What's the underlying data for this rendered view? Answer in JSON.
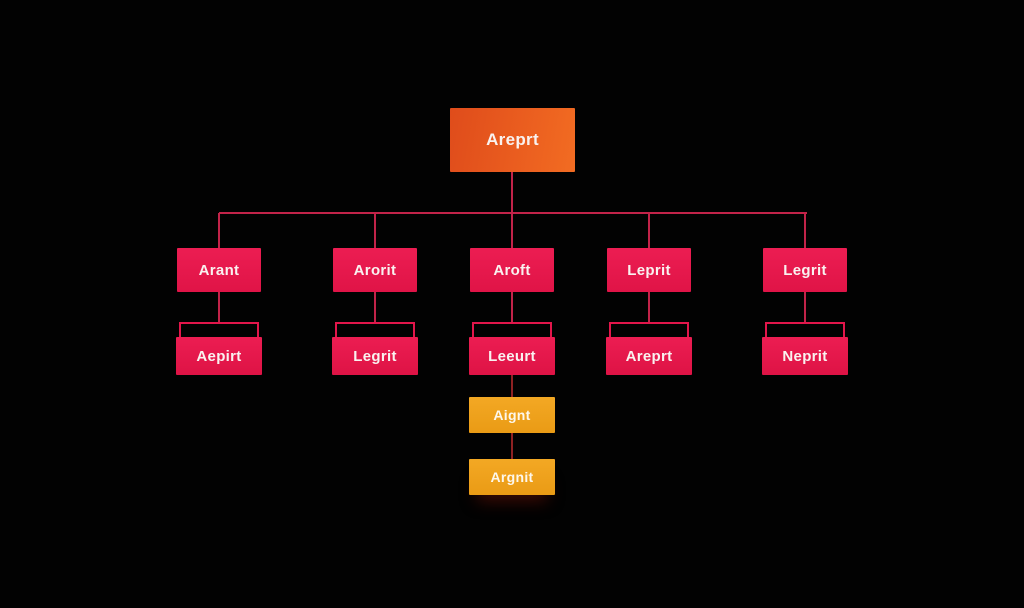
{
  "diagram": {
    "type": "org-chart-flow-diagram",
    "background_color": "#020202",
    "connector_color": "#c22349",
    "connector_color_dark": "#8e2122",
    "root_node_color": "#ea5d1f",
    "branch_node_color": "#e4164a",
    "leaf_node_color": "#f0a21d",
    "text_color": "#f9f2f0",
    "root": {
      "label": "Areprt"
    },
    "level2": [
      {
        "label": "Arant"
      },
      {
        "label": "Arorit"
      },
      {
        "label": "Aroft"
      },
      {
        "label": "Leprit"
      },
      {
        "label": "Legrit"
      }
    ],
    "level3": [
      {
        "label": "Aepirt"
      },
      {
        "label": "Legrit"
      },
      {
        "label": "Leeurt"
      },
      {
        "label": "Areprt"
      },
      {
        "label": "Neprit"
      }
    ],
    "level4": [
      {
        "label": "Aignt"
      },
      {
        "label": "Argnit"
      }
    ]
  }
}
